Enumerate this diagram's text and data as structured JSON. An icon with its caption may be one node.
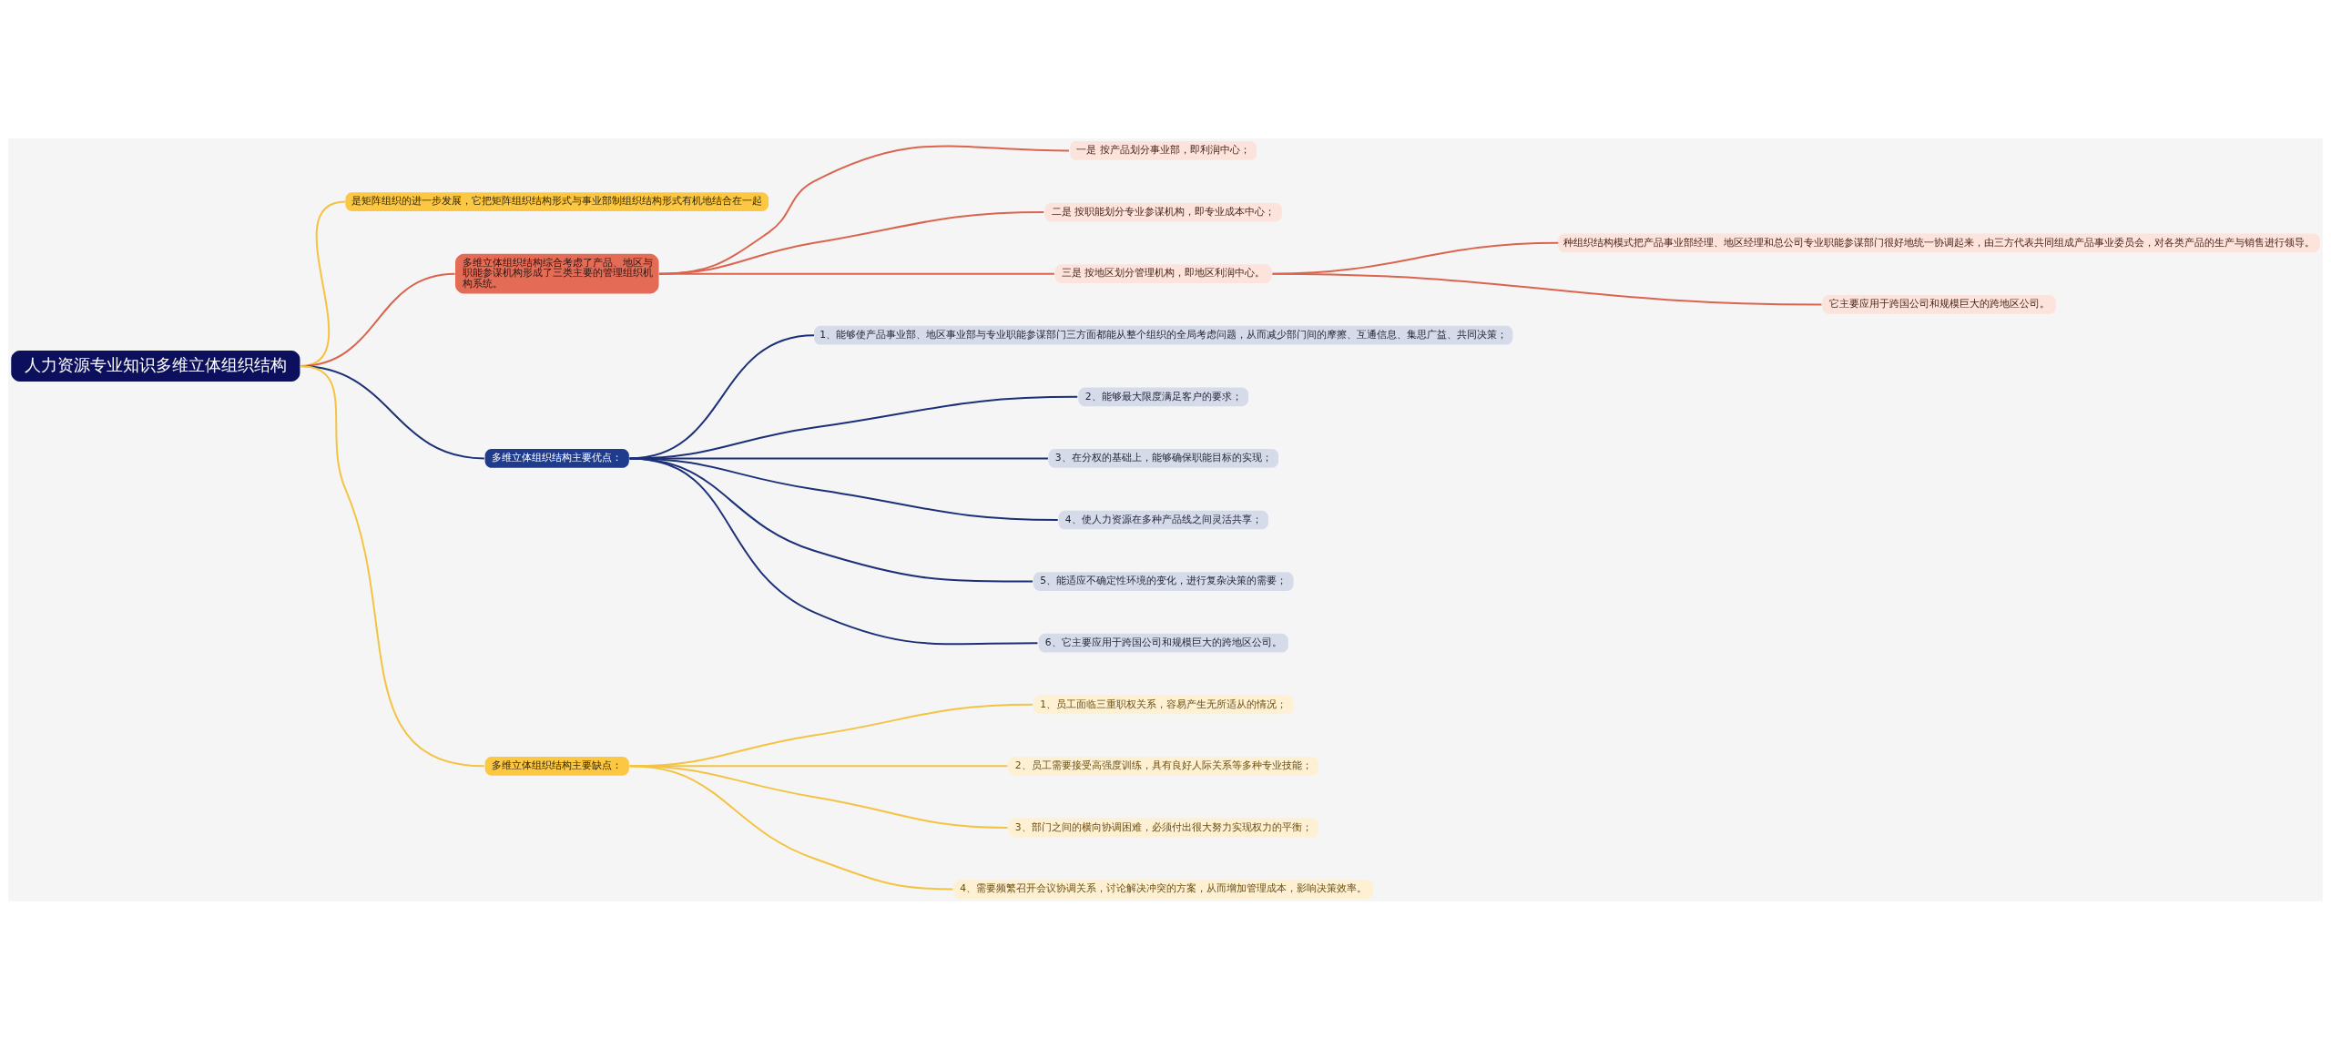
{
  "diagram": {
    "nodes": [
      {
        "text": [
          "人力资源专业知识多维立体组织结构"
        ]
      },
      {
        "text": [
          "是矩阵组织的进一步发展，它把矩阵组织结构形式与事业部制组织结构形式有机地结合在一起"
        ]
      },
      {
        "text": [
          "多维立体组织结构综合考虑了产品、地区与职能参谋机构形成了三类主要的管理组织机构系统。"
        ]
      },
      {
        "text": [
          "一是 按产品划分事业部，即利润中心；"
        ]
      },
      {
        "text": [
          "二是 按职能划分专业参谋机构，即专业成本中心；"
        ]
      },
      {
        "text": [
          "三是 按地区划分管理机构，即地区利润中心。"
        ]
      },
      {
        "text": [
          "种组织结构模式把产品事业部经理、地区经理和总公司专业职能参谋部门很好地统一协调起来，由三方代表共同组成产品事业委员会，对各类产品的生产与销售进行领导。"
        ]
      },
      {
        "text": [
          "它主要应用于跨国公司和规模巨大的跨地区公司。"
        ]
      },
      {
        "text": [
          "多维立体组织结构主要优点："
        ]
      },
      {
        "text": [
          "1、能够使产品事业部、地区事业部与专业职能参谋部门三方面都能从整个组织的全局考虑问题，从而减少部门间的摩擦、互通信息、集思广益、共同决策；"
        ]
      },
      {
        "text": [
          "2、能够最大限度满足客户的要求；"
        ]
      },
      {
        "text": [
          "3、在分权的基础上，能够确保职能目标的实现；"
        ]
      },
      {
        "text": [
          "4、使人力资源在多种产品线之间灵活共享；"
        ]
      },
      {
        "text": [
          "5、能适应不确定性环境的变化，进行复杂决策的需要；"
        ]
      },
      {
        "text": [
          "6、它主要应用于跨国公司和规模巨大的跨地区公司。"
        ]
      },
      {
        "text": [
          "多维立体组织结构主要缺点："
        ]
      },
      {
        "text": [
          "1、员工面临三重职权关系，容易产生无所适从的情况；"
        ]
      },
      {
        "text": [
          "2、员工需要接受高强度训练，具有良好人际关系等多种专业技能；"
        ]
      },
      {
        "text": [
          "3、部门之间的横向协调困难，必须付出很大努力实现权力的平衡；"
        ]
      },
      {
        "text": [
          "4、需要频繁召开会议协调关系，讨论解决冲突的方案，从而增加管理成本，影响决策效率。"
        ]
      }
    ],
    "edges": [
      {
        "from": 0,
        "to": 1,
        "arrow": "none",
        "color": "#f5c342"
      },
      {
        "from": 0,
        "to": 2,
        "arrow": "none",
        "color": "#d9654f"
      },
      {
        "from": 2,
        "to": 3,
        "arrow": "none",
        "color": "#d9654f"
      },
      {
        "from": 2,
        "to": 4,
        "arrow": "none",
        "color": "#d9654f"
      },
      {
        "from": 2,
        "to": 5,
        "arrow": "none",
        "color": "#d9654f"
      },
      {
        "from": 5,
        "to": 6,
        "arrow": "none",
        "color": "#d9654f"
      },
      {
        "from": 5,
        "to": 7,
        "arrow": "none",
        "color": "#d9654f"
      },
      {
        "from": 0,
        "to": 8,
        "arrow": "none",
        "color": "#1c3078"
      },
      {
        "from": 8,
        "to": 9,
        "arrow": "none",
        "color": "#1c3078"
      },
      {
        "from": 8,
        "to": 10,
        "arrow": "none",
        "color": "#1c3078"
      },
      {
        "from": 8,
        "to": 11,
        "arrow": "none",
        "color": "#1c3078"
      },
      {
        "from": 8,
        "to": 12,
        "arrow": "none",
        "color": "#1c3078"
      },
      {
        "from": 8,
        "to": 13,
        "arrow": "none",
        "color": "#1c3078"
      },
      {
        "from": 8,
        "to": 14,
        "arrow": "none",
        "color": "#1c3078"
      },
      {
        "from": 0,
        "to": 15,
        "arrow": "none",
        "color": "#f5c342"
      },
      {
        "from": 15,
        "to": 16,
        "arrow": "none",
        "color": "#f5c342"
      },
      {
        "from": 15,
        "to": 17,
        "arrow": "none",
        "color": "#f5c342"
      },
      {
        "from": 15,
        "to": 18,
        "arrow": "none",
        "color": "#f5c342"
      },
      {
        "from": 15,
        "to": 19,
        "arrow": "none",
        "color": "#f5c342"
      }
    ]
  }
}
